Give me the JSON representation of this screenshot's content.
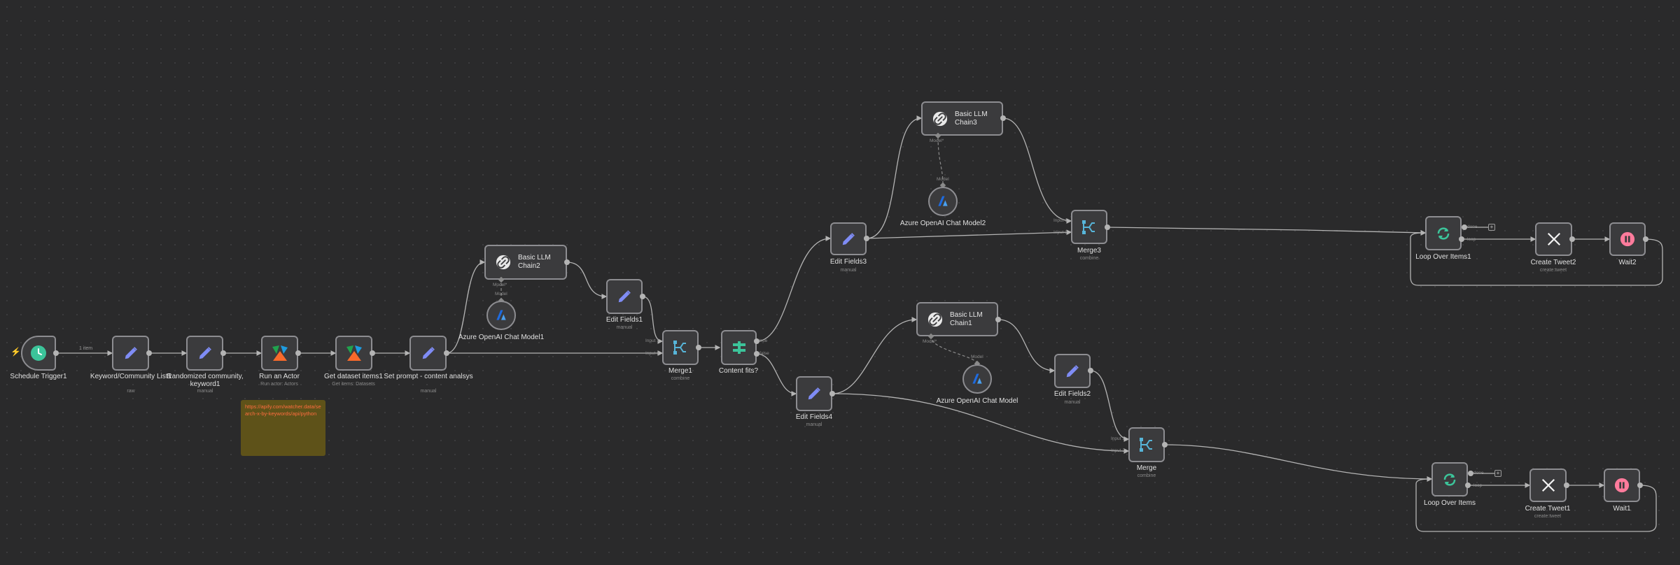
{
  "canvas": {
    "trigger_marker": "⚡",
    "colors": {
      "background": "#2a2a2b",
      "node_fill": "#3b3b3d",
      "node_border": "#8d8d91",
      "edge": "#b4b4b4",
      "sticky": "#5e5219",
      "sticky_text": "#ff6d3f",
      "edit_icon": "#7f8cf5",
      "merge_icon": "#57b5d9",
      "azure_icon": "#1e6be0",
      "loop_icon": "#3cc49a",
      "wait_icon": "#ff7b9c"
    }
  },
  "sticky_note": {
    "text": "https://apify.com/watcher.data/search-x-by-keywords/api/python"
  },
  "edge_labels": {
    "trigger_items": "1 item"
  },
  "nodes": {
    "schedule_trigger": {
      "title": "Schedule Trigger1",
      "icon": "clock-icon"
    },
    "keyword_list": {
      "title": "Keyword/Community List1",
      "subtitle": "raw",
      "icon": "pencil-icon"
    },
    "randomized": {
      "title": "Randomized community, keyword1",
      "subtitle": "manual",
      "icon": "pencil-icon"
    },
    "run_actor": {
      "title": "Run an Actor",
      "subtitle": "Run actor: Actors",
      "icon": "apify-icon"
    },
    "get_dataset": {
      "title": "Get dataset items1",
      "subtitle": "Get items: Datasets",
      "icon": "apify-icon"
    },
    "set_prompt": {
      "title": "Set prompt - content analsys",
      "subtitle": "manual",
      "icon": "pencil-icon"
    },
    "llm_chain2": {
      "title": "Basic LLM Chain2",
      "port_prompt": "Model*",
      "icon": "link-icon"
    },
    "azure1": {
      "title": "Azure OpenAI Chat Model1",
      "port_label": "Model",
      "icon": "azure-icon"
    },
    "edit_fields1": {
      "title": "Edit Fields1",
      "subtitle": "manual",
      "icon": "pencil-icon"
    },
    "merge1": {
      "title": "Merge1",
      "subtitle": "combine",
      "input1": "Input 1",
      "input2": "Input 2",
      "icon": "merge-icon"
    },
    "content_fits": {
      "title": "Content fits?",
      "out_true": "true",
      "out_false": "false",
      "icon": "if-icon"
    },
    "edit_fields3": {
      "title": "Edit Fields3",
      "subtitle": "manual",
      "icon": "pencil-icon"
    },
    "llm_chain3": {
      "title": "Basic LLM Chain3",
      "port_prompt": "Model*",
      "icon": "link-icon"
    },
    "azure2": {
      "title": "Azure OpenAI Chat Model2",
      "port_label": "Model",
      "icon": "azure-icon"
    },
    "merge3": {
      "title": "Merge3",
      "subtitle": "combine",
      "input1": "Input 1",
      "input2": "Input 2",
      "icon": "merge-icon"
    },
    "loop1": {
      "title": "Loop Over Items1",
      "out_done": "done",
      "out_loop": "loop",
      "icon": "loop-icon"
    },
    "tweet2": {
      "title": "Create Tweet2",
      "subtitle": "create:tweet",
      "icon": "x-icon"
    },
    "wait2": {
      "title": "Wait2",
      "icon": "pause-icon"
    },
    "edit_fields4": {
      "title": "Edit Fields4",
      "subtitle": "manual",
      "icon": "pencil-icon"
    },
    "llm_chain1": {
      "title": "Basic LLM Chain1",
      "port_prompt": "Model*",
      "icon": "link-icon"
    },
    "azure0": {
      "title": "Azure OpenAI Chat Model",
      "port_label": "Model",
      "icon": "azure-icon"
    },
    "edit_fields2": {
      "title": "Edit Fields2",
      "subtitle": "manual",
      "icon": "pencil-icon"
    },
    "merge": {
      "title": "Merge",
      "subtitle": "combine",
      "input1": "Input 1",
      "input2": "Input 2",
      "icon": "merge-icon"
    },
    "loop0": {
      "title": "Loop Over Items",
      "out_done": "done",
      "out_loop": "loop",
      "icon": "loop-icon"
    },
    "tweet1": {
      "title": "Create Tweet1",
      "subtitle": "create:tweet",
      "icon": "x-icon"
    },
    "wait1": {
      "title": "Wait1",
      "icon": "pause-icon"
    }
  },
  "add_button": "+"
}
